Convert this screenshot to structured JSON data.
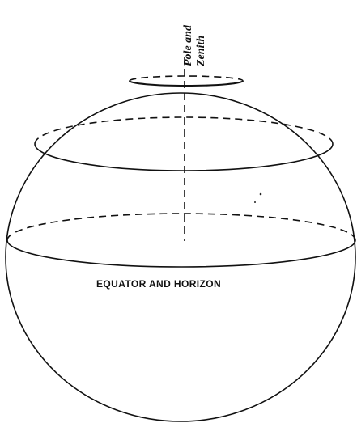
{
  "labels": {
    "pole_line1": "Pole and",
    "pole_line2": "Zenith",
    "equator": "EQUATOR AND HORIZON"
  }
}
